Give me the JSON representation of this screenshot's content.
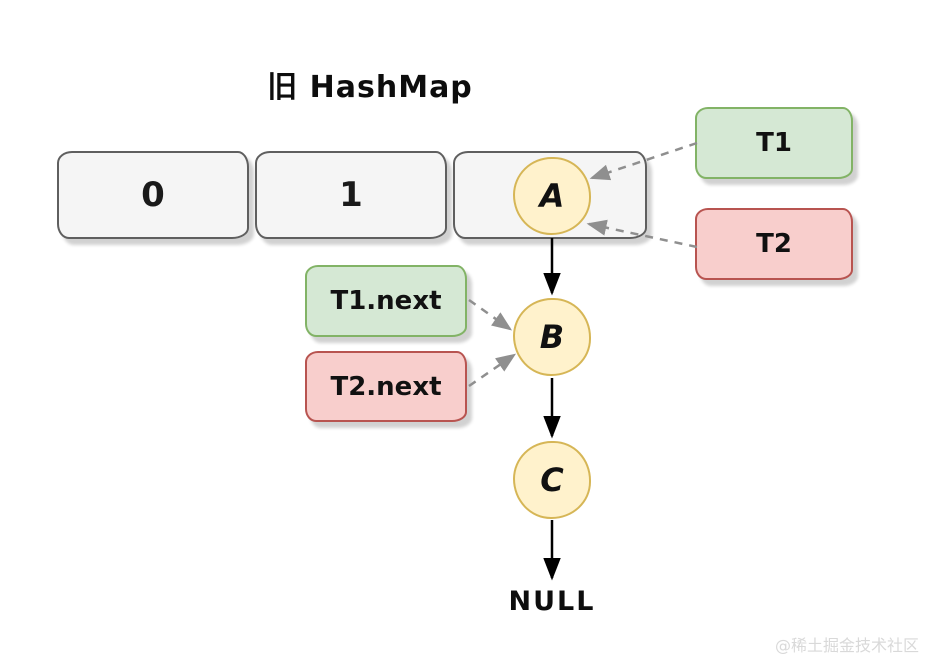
{
  "title": "旧 HashMap",
  "array": {
    "buckets": [
      {
        "label": "0"
      },
      {
        "label": "1"
      },
      {
        "label": ""
      }
    ]
  },
  "chain": {
    "nodes": [
      {
        "label": "A"
      },
      {
        "label": "B"
      },
      {
        "label": "C"
      }
    ],
    "terminal": "NULL"
  },
  "pointers": {
    "t1": {
      "label": "T1"
    },
    "t2": {
      "label": "T2"
    },
    "t1next": {
      "label": "T1.next"
    },
    "t2next": {
      "label": "T2.next"
    }
  },
  "watermark": "@稀土掘金技术社区",
  "colors": {
    "bucket-fill": "#f5f5f5",
    "bucket-stroke": "#5f5f5f",
    "node-fill": "#fff2cc",
    "node-stroke": "#d6b656",
    "green-fill": "#d5e8d4",
    "green-stroke": "#82b366",
    "red-fill": "#f8cecc",
    "red-stroke": "#b85450",
    "arrow-solid": "#000000",
    "arrow-dashed": "#8f8f8f",
    "shadow": "rgba(0,0,0,0.18)",
    "watermark": "#d9d9d9"
  }
}
